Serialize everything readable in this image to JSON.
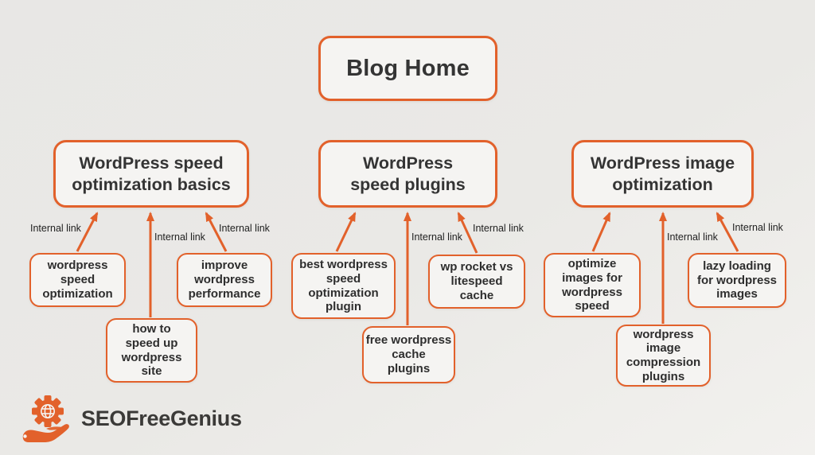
{
  "palette": {
    "accent_orange": "#E2612B",
    "node_fill": "#F5F4F2",
    "background": "#EAE9E6",
    "heading_text": "#343434",
    "edge_label_text": "#1F1F1F",
    "brand_text": "#3B3A38"
  },
  "root": {
    "label": "Blog Home"
  },
  "categories": [
    {
      "label": "WordPress speed\noptimization basics"
    },
    {
      "label": "WordPress\nspeed plugins"
    },
    {
      "label": "WordPress image\noptimization"
    }
  ],
  "keywords": [
    {
      "label": "wordpress\nspeed\noptimization"
    },
    {
      "label": "how to\nspeed up\nwordpress\nsite"
    },
    {
      "label": "improve\nwordpress\nperformance"
    },
    {
      "label": "best wordpress\nspeed\noptimization\nplugin"
    },
    {
      "label": "free wordpress\ncache\nplugins"
    },
    {
      "label": "wp rocket vs\nlitespeed\ncache"
    },
    {
      "label": "optimize\nimages for\nwordpress\nspeed"
    },
    {
      "label": "wordpress\nimage\ncompression\nplugins"
    },
    {
      "label": "lazy loading\nfor wordpress\nimages"
    }
  ],
  "edges": [
    {
      "label": "Internal link"
    },
    {
      "label": "Internal link"
    },
    {
      "label": "Internal link"
    },
    {
      "label": "Internal link"
    },
    {
      "label": "Internal link"
    },
    {
      "label": "Internal link"
    },
    {
      "label": "Internal link"
    }
  ],
  "logo": {
    "brand": "SEOFreeGenius"
  }
}
